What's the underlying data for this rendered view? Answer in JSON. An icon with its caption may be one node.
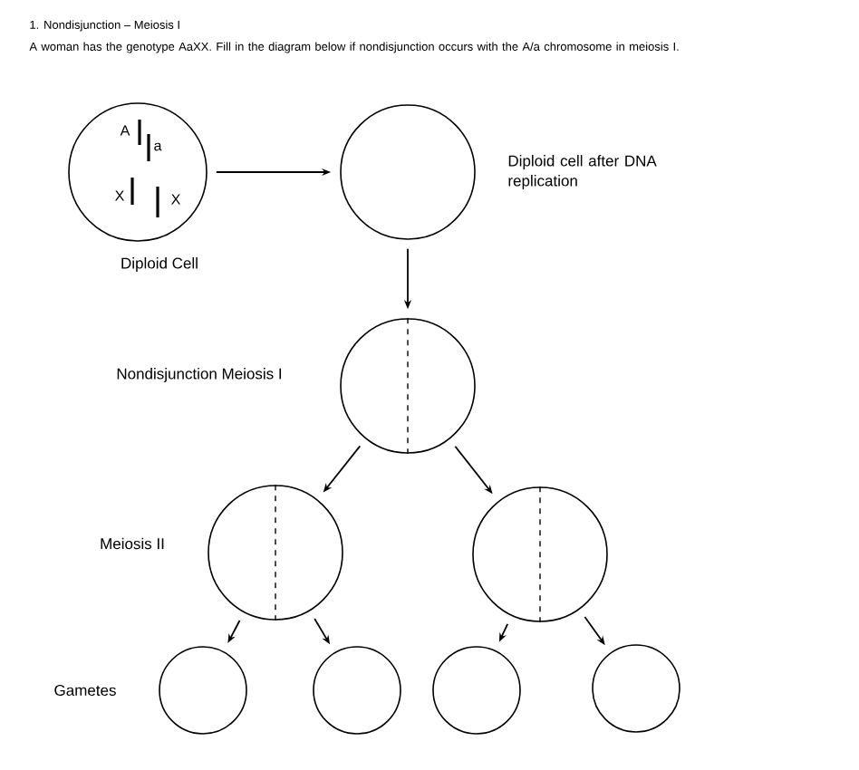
{
  "diagram": {
    "title": "1. Nondisjunction – Meiosis I",
    "nodes": [
      {
        "text": [
          "A",
          "a",
          "X",
          "X"
        ],
        "beside": [
          "Diploid Cell"
        ]
      },
      {
        "text": [],
        "shape": "circle",
        "beside": [
          "Diploid cell after DNA replication"
        ]
      },
      {
        "text": [],
        "shape": "circle",
        "beside": [
          "Nondisjunction Meiosis I"
        ]
      },
      {
        "text": [],
        "shape": "circle",
        "beside": [
          "Meiosis II"
        ]
      },
      {
        "text": [],
        "shape": "circle"
      },
      {
        "text": [],
        "shape": "circle",
        "beside": [
          "Gametes"
        ]
      },
      {
        "text": [],
        "shape": "circle"
      },
      {
        "text": [],
        "shape": "circle"
      },
      {
        "text": [],
        "shape": "circle"
      }
    ],
    "edges": [
      {
        "from": 0,
        "to": 1,
        "arrow": "to"
      },
      {
        "from": 1,
        "to": 2,
        "arrow": "to"
      },
      {
        "from": 2,
        "to": 3,
        "arrow": "to"
      },
      {
        "from": 2,
        "to": 4,
        "arrow": "to"
      },
      {
        "from": 3,
        "to": 5,
        "arrow": "to"
      },
      {
        "from": 3,
        "to": 6,
        "arrow": "to"
      },
      {
        "from": 4,
        "to": 7,
        "arrow": "to"
      },
      {
        "from": 4,
        "to": 8,
        "arrow": "to"
      }
    ],
    "labels": [
      "A woman has the genotype AaXX.  Fill in the diagram below if nondisjunction occurs with the A/a chromosome in meiosis I."
    ]
  }
}
